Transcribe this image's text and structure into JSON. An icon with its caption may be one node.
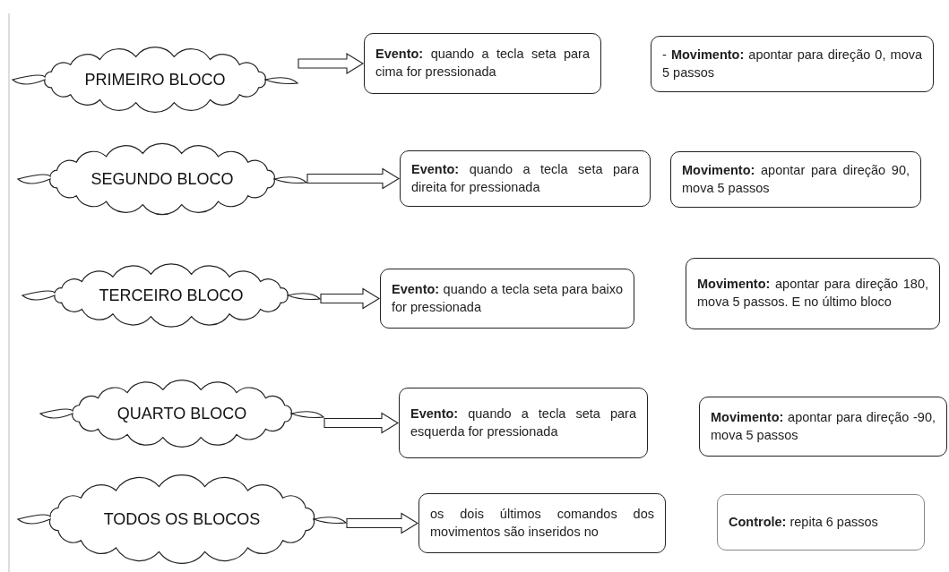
{
  "diagram": {
    "nodes": [
      {
        "text": [
          "PRIMEIRO BLOCO"
        ]
      },
      {
        "text": [
          "**Evento:** quando a tecla seta para cima for pressionada"
        ]
      },
      {
        "text": [
          "- **Movimento:** apontar para direção 0, mova 5 passos"
        ]
      },
      {
        "text": [
          "SEGUNDO BLOCO"
        ]
      },
      {
        "text": [
          "**Evento:** quando a tecla seta para direita for pressionada"
        ]
      },
      {
        "text": [
          "**Movimento:** apontar para direção 90, mova 5 passos"
        ]
      },
      {
        "text": [
          "TERCEIRO BLOCO"
        ]
      },
      {
        "text": [
          "**Evento:** quando a tecla seta para baixo for pressionada"
        ]
      },
      {
        "text": [
          "**Movimento:** apontar para direção 180, mova 5 passos. E no último bloco"
        ]
      },
      {
        "text": [
          "QUARTO BLOCO"
        ]
      },
      {
        "text": [
          "**Evento:** quando a tecla seta para esquerda for pressionada"
        ]
      },
      {
        "text": [
          "**Movimento:** apontar para direção -90, mova 5 passos"
        ]
      },
      {
        "text": [
          "TODOS OS BLOCOS"
        ]
      },
      {
        "text": [
          "os dois últimos comandos dos movimentos são inseridos no"
        ]
      },
      {
        "text": [
          "**Controle:** repita 6 passos"
        ]
      }
    ],
    "edges": [
      {
        "from": 0,
        "to": 1,
        "arrow": "to"
      },
      {
        "from": 3,
        "to": 4,
        "arrow": "to"
      },
      {
        "from": 6,
        "to": 7,
        "arrow": "to"
      },
      {
        "from": 9,
        "to": 10,
        "arrow": "to"
      },
      {
        "from": 12,
        "to": 13,
        "arrow": "to"
      }
    ]
  }
}
